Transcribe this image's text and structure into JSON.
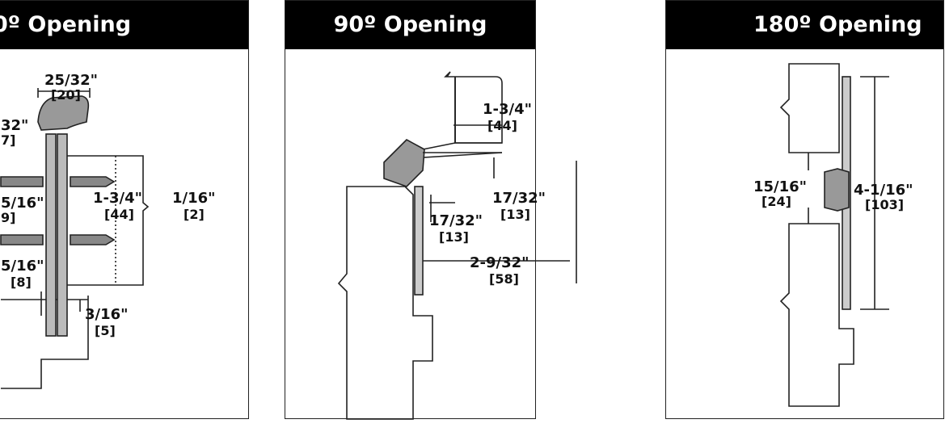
{
  "panels": [
    {
      "title": "0º Opening",
      "dims": {
        "top_width": "25/32\"",
        "top_width_mm": "[20]",
        "left_small": "32\"",
        "left_small_mm": "7]",
        "left_mid": "5/16\"",
        "left_mid_mm": "9]",
        "door": "1-3/4\"",
        "door_mm": "[44]",
        "gap": "1/16\"",
        "gap_mm": "[2]",
        "bottom_left": "5/16\"",
        "bottom_left_mm": "[8]",
        "bottom_right": "3/16\"",
        "bottom_right_mm": "[5]"
      }
    },
    {
      "title": "90º Opening",
      "dims": {
        "door": "1-3/4\"",
        "door_mm": "[44]",
        "offset_a": "17/32\"",
        "offset_a_mm": "[13]",
        "offset_b": "17/32\"",
        "offset_b_mm": "[13]",
        "clearance": "2-9/32\"",
        "clearance_mm": "[58]"
      }
    },
    {
      "title": "180º Opening",
      "dims": {
        "gap": "15/16\"",
        "gap_mm": "[24]",
        "width": "4-1/16\"",
        "width_mm": "[103]"
      }
    }
  ]
}
